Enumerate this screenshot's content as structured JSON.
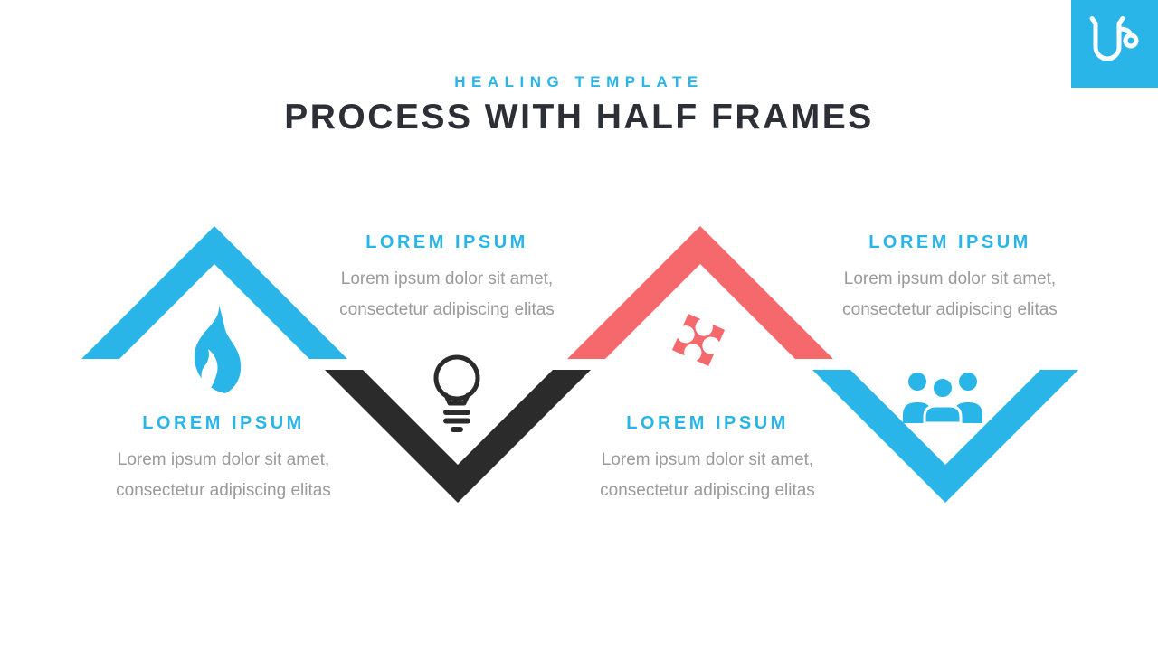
{
  "slide": {
    "kicker": "HEALING TEMPLATE",
    "title": "PROCESS WITH HALF FRAMES"
  },
  "logo": {
    "icon": "stethoscope-icon"
  },
  "colors": {
    "cyan": "#29b5e8",
    "red": "#f5696c",
    "dark": "#2b2b2b",
    "gray": "#9a9a9a",
    "title": "#2c2f36"
  },
  "steps": [
    {
      "heading": "LOREM IPSUM",
      "body_line1": "Lorem ipsum dolor sit amet,",
      "body_line2": "consectetur adipiscing elitas",
      "icon": "flame-icon",
      "frame_color": "#29b5e8",
      "frame_direction": "up"
    },
    {
      "heading": "LOREM IPSUM",
      "body_line1": "Lorem ipsum dolor sit amet,",
      "body_line2": "consectetur adipiscing elitas",
      "icon": "lightbulb-icon",
      "frame_color": "#2b2b2b",
      "frame_direction": "down"
    },
    {
      "heading": "LOREM IPSUM",
      "body_line1": "Lorem ipsum dolor sit amet,",
      "body_line2": "consectetur adipiscing elitas",
      "icon": "puzzle-icon",
      "frame_color": "#f5696c",
      "frame_direction": "up"
    },
    {
      "heading": "LOREM IPSUM",
      "body_line1": "Lorem ipsum dolor sit amet,",
      "body_line2": "consectetur adipiscing elitas",
      "icon": "people-icon",
      "frame_color": "#29b5e8",
      "frame_direction": "down"
    }
  ]
}
